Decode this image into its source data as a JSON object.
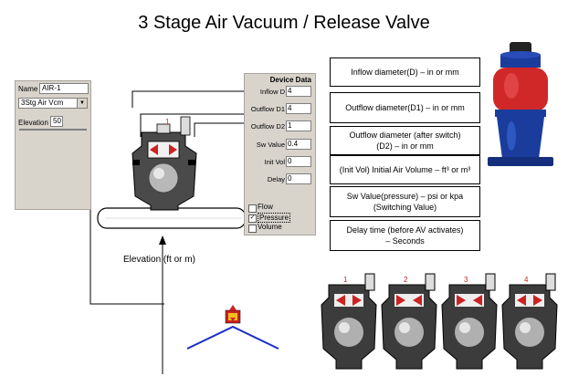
{
  "title": "3 Stage Air Vacuum / Release Valve",
  "left_panel": {
    "name_label": "Name",
    "name_value": "AIR-1",
    "type_value": "3Stg Air Vcm",
    "elevation_label": "Elevation",
    "elevation_value": "50"
  },
  "device_panel": {
    "header": "Device Data",
    "fields": [
      {
        "label": "Inflow D",
        "value": "4"
      },
      {
        "label": "Outflow D1",
        "value": "4"
      },
      {
        "label": "Outflow D2",
        "value": "1"
      },
      {
        "label": "Sw Value",
        "value": "0.4"
      },
      {
        "label": "Init Vol",
        "value": "0"
      },
      {
        "label": "Delay",
        "value": "0"
      }
    ],
    "checkboxes": [
      {
        "label": "Flow",
        "checked": false
      },
      {
        "label": "Pressure",
        "checked": true
      },
      {
        "label": "Volume",
        "checked": false
      }
    ]
  },
  "descriptions": [
    {
      "line1": "Inflow diameter(D) – in or mm"
    },
    {
      "line1": "Outflow diameter(D1) – in or mm"
    },
    {
      "line1": "Outflow diameter (after switch)",
      "line2": "(D2) – in or mm"
    },
    {
      "line1": "(Init Vol) Initial Air Volume – ft³ or m³"
    },
    {
      "line1": "Sw Value(pressure) – psi or kpa",
      "line2": "(Switching Value)"
    },
    {
      "line1": "Delay time (before AV activates)",
      "line2": "– Seconds"
    }
  ],
  "elevation_label": "Elevation (ft or m)",
  "stage_numbers": [
    "1",
    "2",
    "3",
    "4"
  ],
  "diagram_stage_number": "1",
  "colors": {
    "accent_red": "#cc2222",
    "line_blue": "#1a2fc8",
    "valve_blue": "#1a3c9c"
  }
}
